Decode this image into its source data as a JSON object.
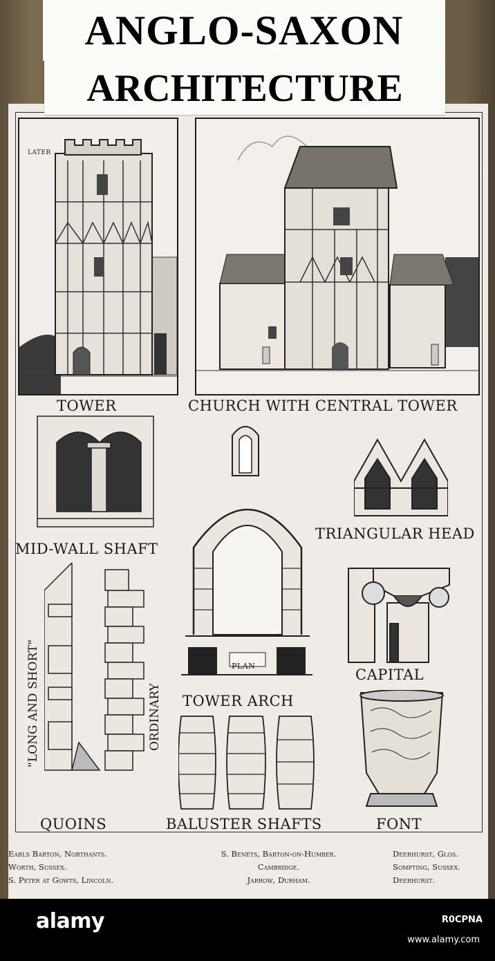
{
  "title": {
    "line1": "ANGLO-SAXON",
    "line2": "ARCHITECTURE"
  },
  "labels": {
    "tower": "TOWER",
    "church": "CHURCH WITH CENTRAL TOWER",
    "midwall": "MID-WALL SHAFT",
    "triangular": "TRIANGULAR HEAD",
    "capital": "CAPITAL",
    "plan": "PLAN",
    "towerArch": "TOWER ARCH",
    "quoins": "QUOINS",
    "baluster": "BALUSTER SHAFTS",
    "font": "FONT",
    "longShort": "\"LONG AND SHORT\"",
    "ordinary": "ORDINARY",
    "later": "LATER"
  },
  "captions": {
    "col1": [
      "Earls Barton, Northants.",
      "Worth, Sussex.",
      "S. Peter at Gowts, Lincoln."
    ],
    "col2": [
      "S. Benets, Barton-on-Humber.",
      "Cambridge.",
      "Jarrow, Durham."
    ],
    "col3": [
      "Deerhurst, Glos.",
      "Sompting, Sussex.",
      "Deerhurst."
    ]
  },
  "watermark": {
    "logo": "alamy",
    "image_id": "R0CPNA",
    "url": "www.alamy.com"
  }
}
